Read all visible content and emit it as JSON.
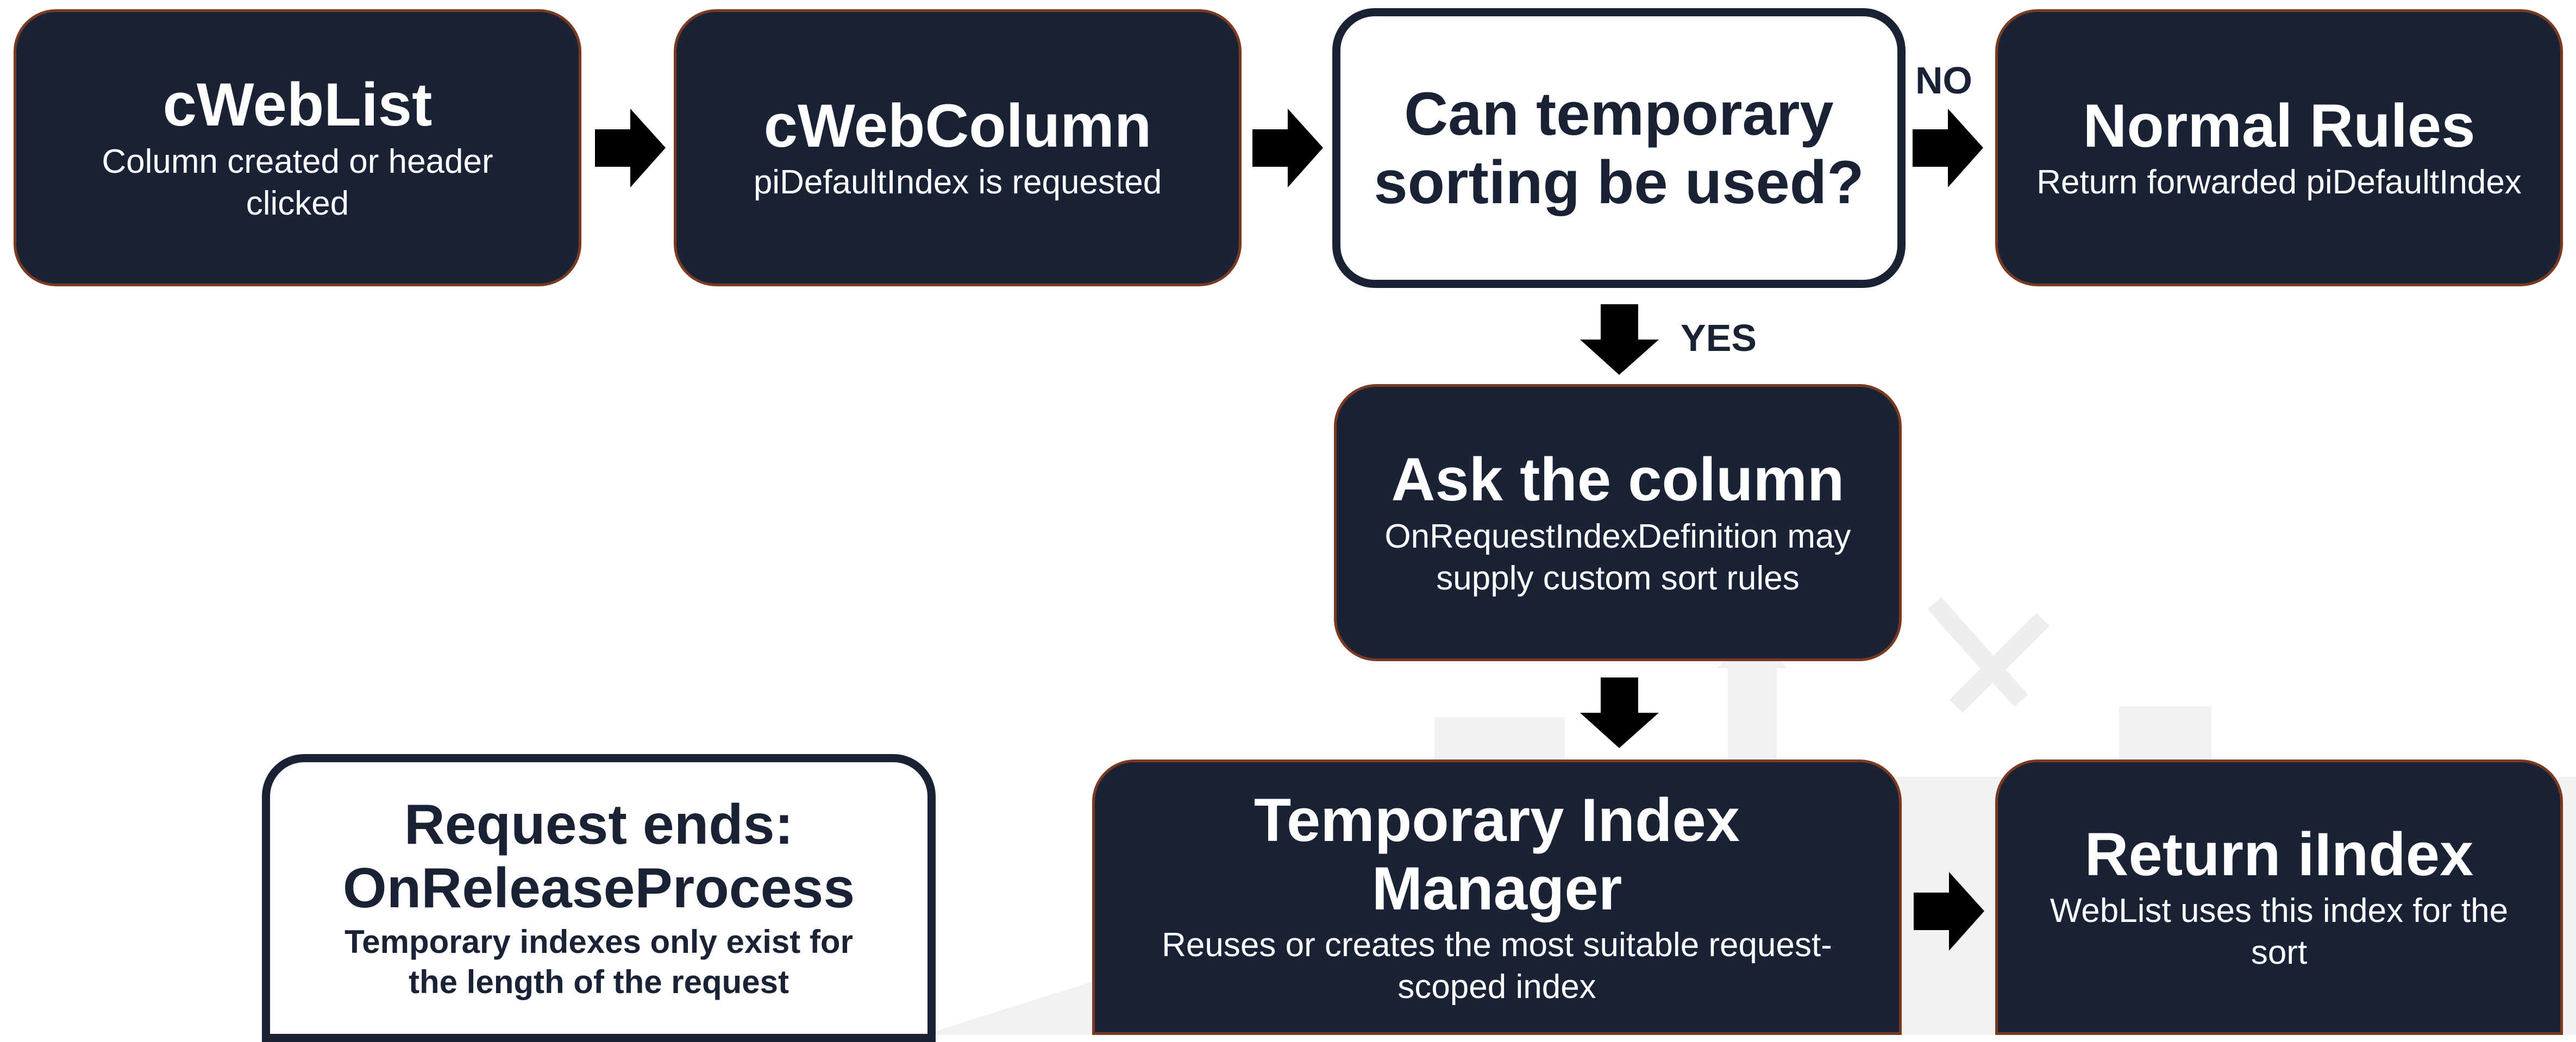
{
  "colors": {
    "box_dark": "#1a2236",
    "box_border": "#7a3a22",
    "text_light": "#ffffff",
    "arrow": "#000000"
  },
  "nodes": {
    "cweblist": {
      "title": "cWebList",
      "sub": "Column created or header clicked"
    },
    "cwebcolumn": {
      "title": "cWebColumn",
      "sub": "piDefaultIndex is requested"
    },
    "decision": {
      "text": "Can temporary sorting be used?"
    },
    "normal_rules": {
      "title": "Normal Rules",
      "sub": "Return forwarded piDefaultIndex"
    },
    "ask_column": {
      "title": "Ask the column",
      "sub": "OnRequestIndexDefinition may supply custom sort rules"
    },
    "temp_index_manager": {
      "title": "Temporary Index Manager",
      "sub": "Reuses or creates the most suitable request-scoped index"
    },
    "return_iindex": {
      "title": "Return iIndex",
      "sub": "WebList uses this index for the sort"
    },
    "request_ends": {
      "title": "Request ends: OnReleaseProcess",
      "sub": "Temporary indexes only exist for the length of the request"
    }
  },
  "edges": {
    "no_label": "NO",
    "yes_label": "YES"
  }
}
